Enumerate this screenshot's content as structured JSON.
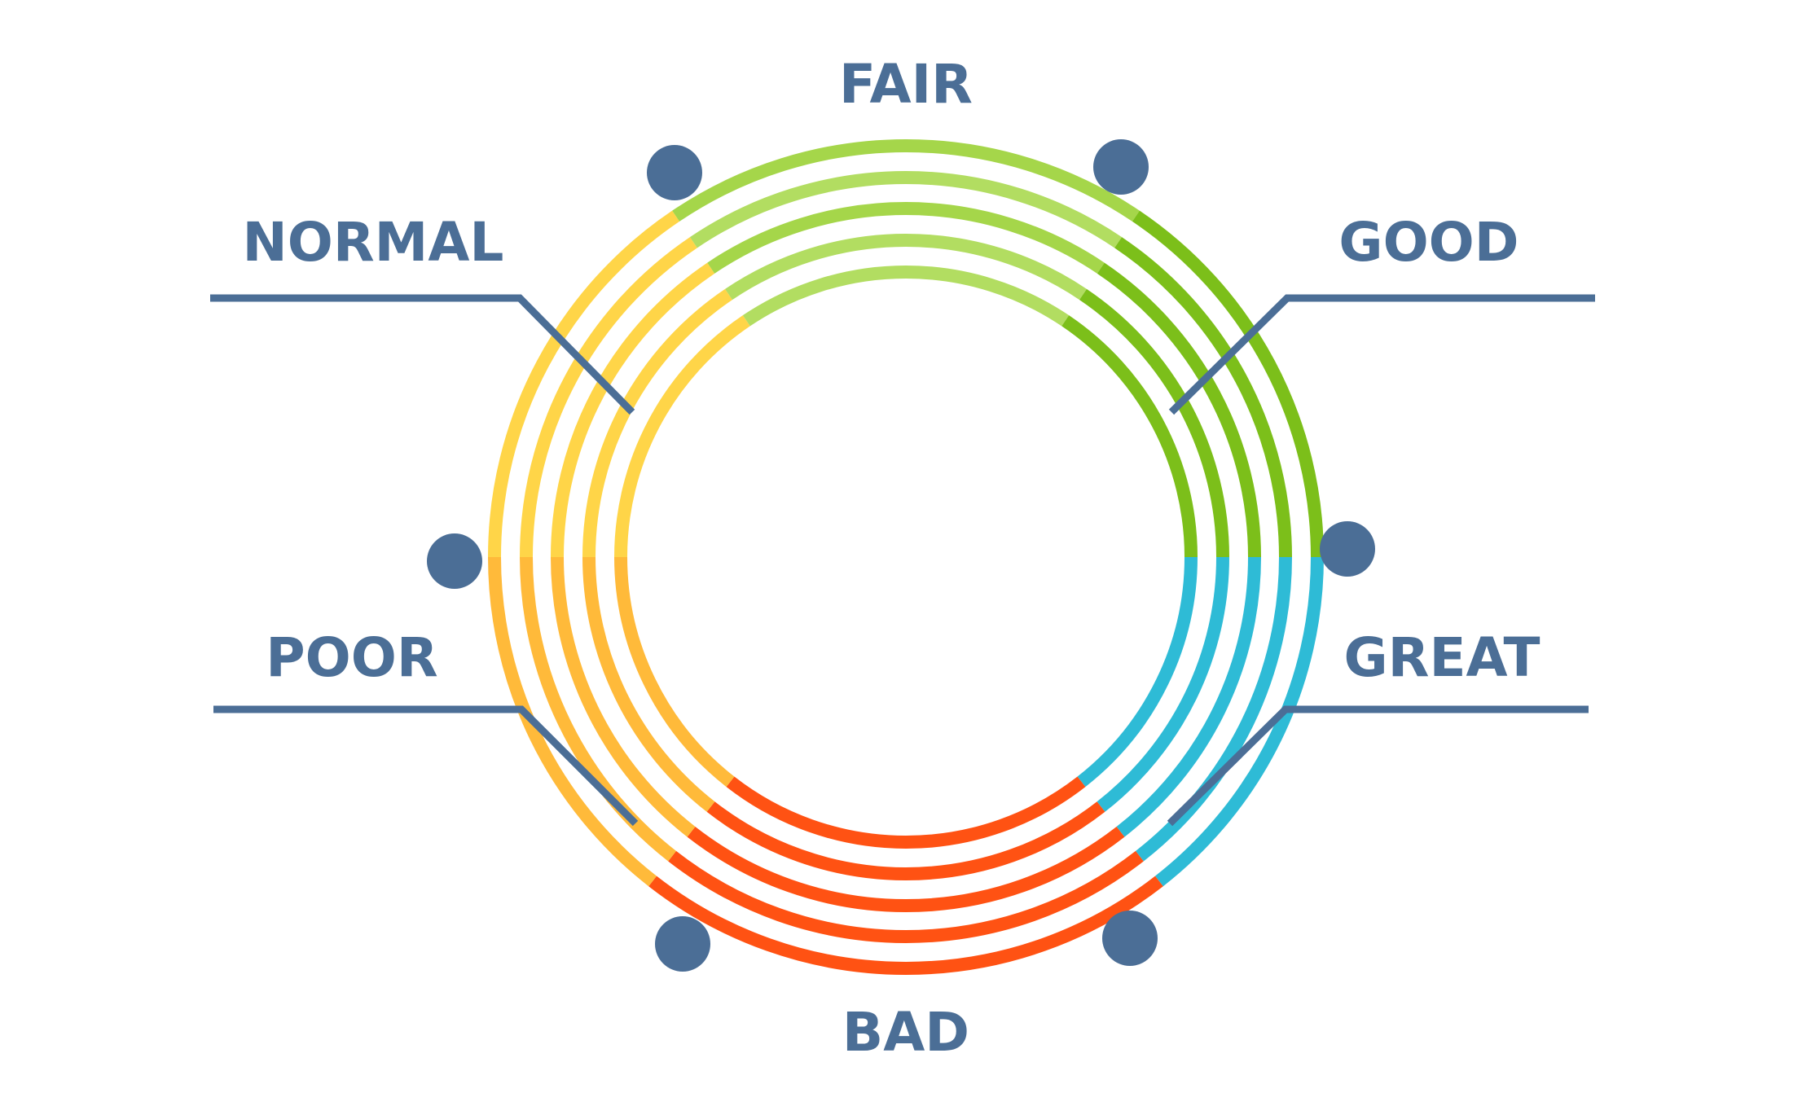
{
  "labels": {
    "fair": "FAIR",
    "good": "GOOD",
    "great": "GREAT",
    "bad": "BAD",
    "poor": "POOR",
    "normal": "NORMAL"
  },
  "colors": {
    "label": "#4b6e96",
    "line": "#4b6e96",
    "dot": "#4b6e96",
    "fair_outer": "#a5d64a",
    "fair_inner": "#b2dd61",
    "good": "#7cbf1a",
    "great": "#2ebbd6",
    "bad": "#ff5213",
    "poor": "#ffba3a",
    "normal": "#ffd548"
  },
  "ring_count": 5
}
